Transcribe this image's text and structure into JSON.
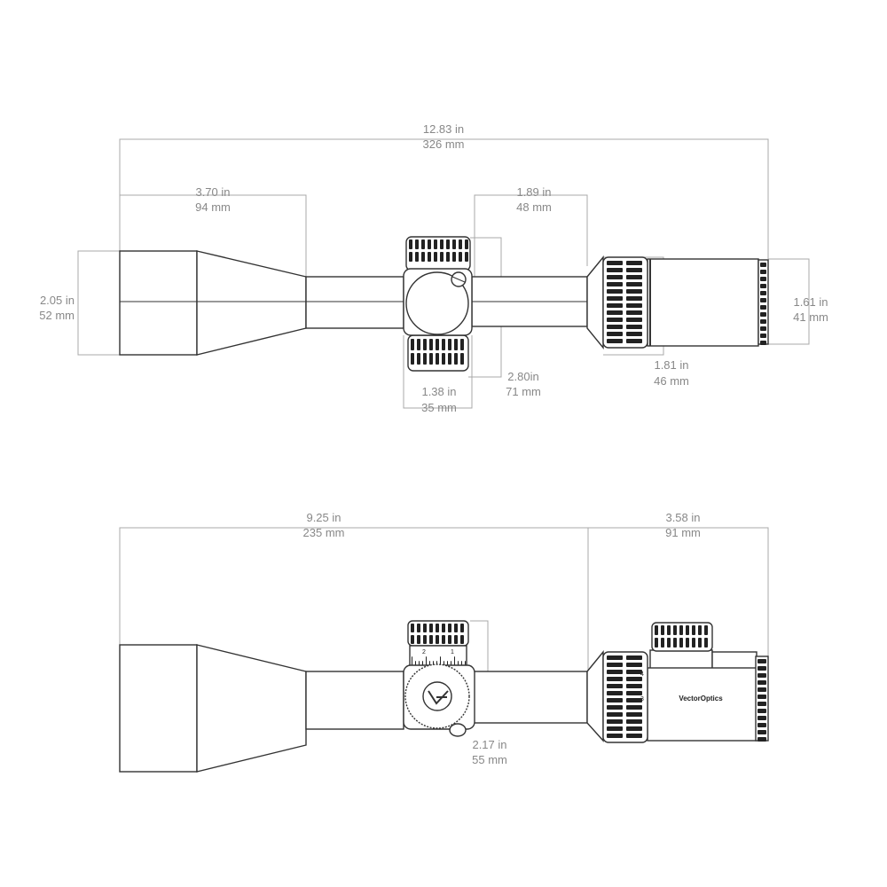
{
  "top_view": {
    "overall_length": {
      "in": "12.83 in",
      "mm": "326 mm"
    },
    "objective_bell_length": {
      "in": "3.70 in",
      "mm": "94 mm"
    },
    "eyepiece_length": {
      "in": "1.89 in",
      "mm": "48 mm"
    },
    "objective_diameter": {
      "in": "2.05 in",
      "mm": "52 mm"
    },
    "eyepiece_diameter": {
      "in": "1.61 in",
      "mm": "41 mm"
    },
    "turret_height": {
      "in": "2.80in",
      "mm": "71 mm"
    },
    "turret_width": {
      "in": "1.38 in",
      "mm": "35 mm"
    },
    "power_ring_length": {
      "in": "1.81 in",
      "mm": "46 mm"
    }
  },
  "side_view": {
    "front_length": {
      "in": "9.25 in",
      "mm": "235 mm"
    },
    "rear_length": {
      "in": "3.58 in",
      "mm": "91 mm"
    },
    "turret_offset": {
      "in": "2.17 in",
      "mm": "55 mm"
    },
    "brand": "VectorOptics",
    "elevation_numbers": [
      "2",
      "1"
    ],
    "magnification_numbers": [
      "4",
      "3"
    ]
  },
  "colors": {
    "dimension_line": "#a8a8a8",
    "outline": "#333333",
    "label": "#888888"
  }
}
